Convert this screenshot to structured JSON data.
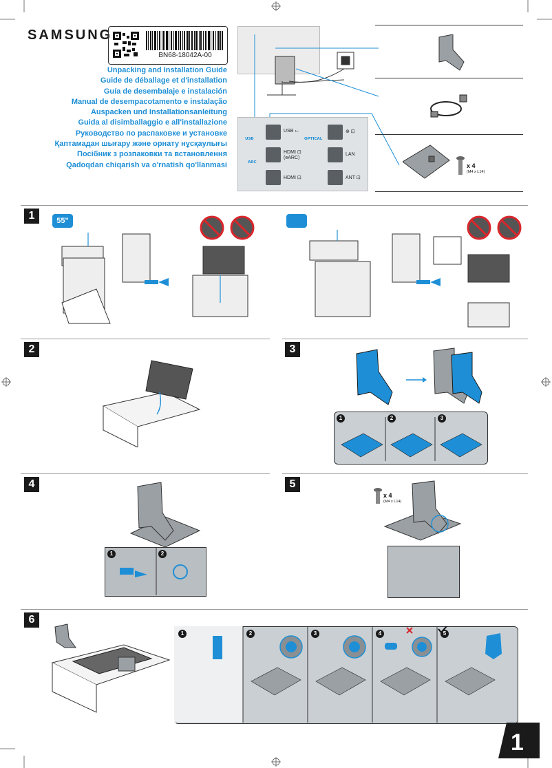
{
  "brand": "SAMSUNG",
  "model_code": "BN68-18042A-00",
  "titles": [
    "Unpacking and Installation Guide",
    "Guide de déballage et d'installation",
    "Guía de desembalaje e instalación",
    "Manual de desempacotamento e instalação",
    "Auspacken und Installationsanleitung",
    "Guida al disimballaggio e all'installazione",
    "Руководство по распаковке и установке",
    "Қаптамадан шығару және орнату нұсқаулығы",
    "Посібник з розпаковки та встановлення",
    "Qadoqdan chiqarish va o'rnatish qo'llanmasi"
  ],
  "ports": [
    {
      "id": "usb",
      "label": "USB ⭠",
      "tag": "USB"
    },
    {
      "id": "optical",
      "label": "⊕ ⊡",
      "tag": "OPTICAL"
    },
    {
      "id": "hdmi-arc",
      "label": "HDMI ⊡ (eARC)",
      "tag": "ARC"
    },
    {
      "id": "lan",
      "label": "LAN",
      "tag": ""
    },
    {
      "id": "hdmi",
      "label": "HDMI ⊡",
      "tag": ""
    },
    {
      "id": "ant",
      "label": "ANT ⊡",
      "tag": ""
    }
  ],
  "accessories": {
    "screw_qty": "x 4",
    "screw_spec": "(M4 x L14)"
  },
  "steps": [
    "1",
    "2",
    "3",
    "4",
    "5",
    "6"
  ],
  "step1": {
    "size_label_a": "55\"",
    "size_label_b": ""
  },
  "step3": {
    "sub": [
      "1",
      "2",
      "3"
    ]
  },
  "step4": {
    "sub": [
      "1",
      "2"
    ]
  },
  "step5": {
    "screw_qty": "x 4",
    "screw_spec": "(M4 x L14)"
  },
  "step6": {
    "sub": [
      "1",
      "2",
      "3",
      "4",
      "5"
    ]
  },
  "page_number": "1",
  "colors": {
    "accent": "#1e8fd6",
    "prohibit": "#d9262c",
    "dark": "#1a1a1a"
  }
}
